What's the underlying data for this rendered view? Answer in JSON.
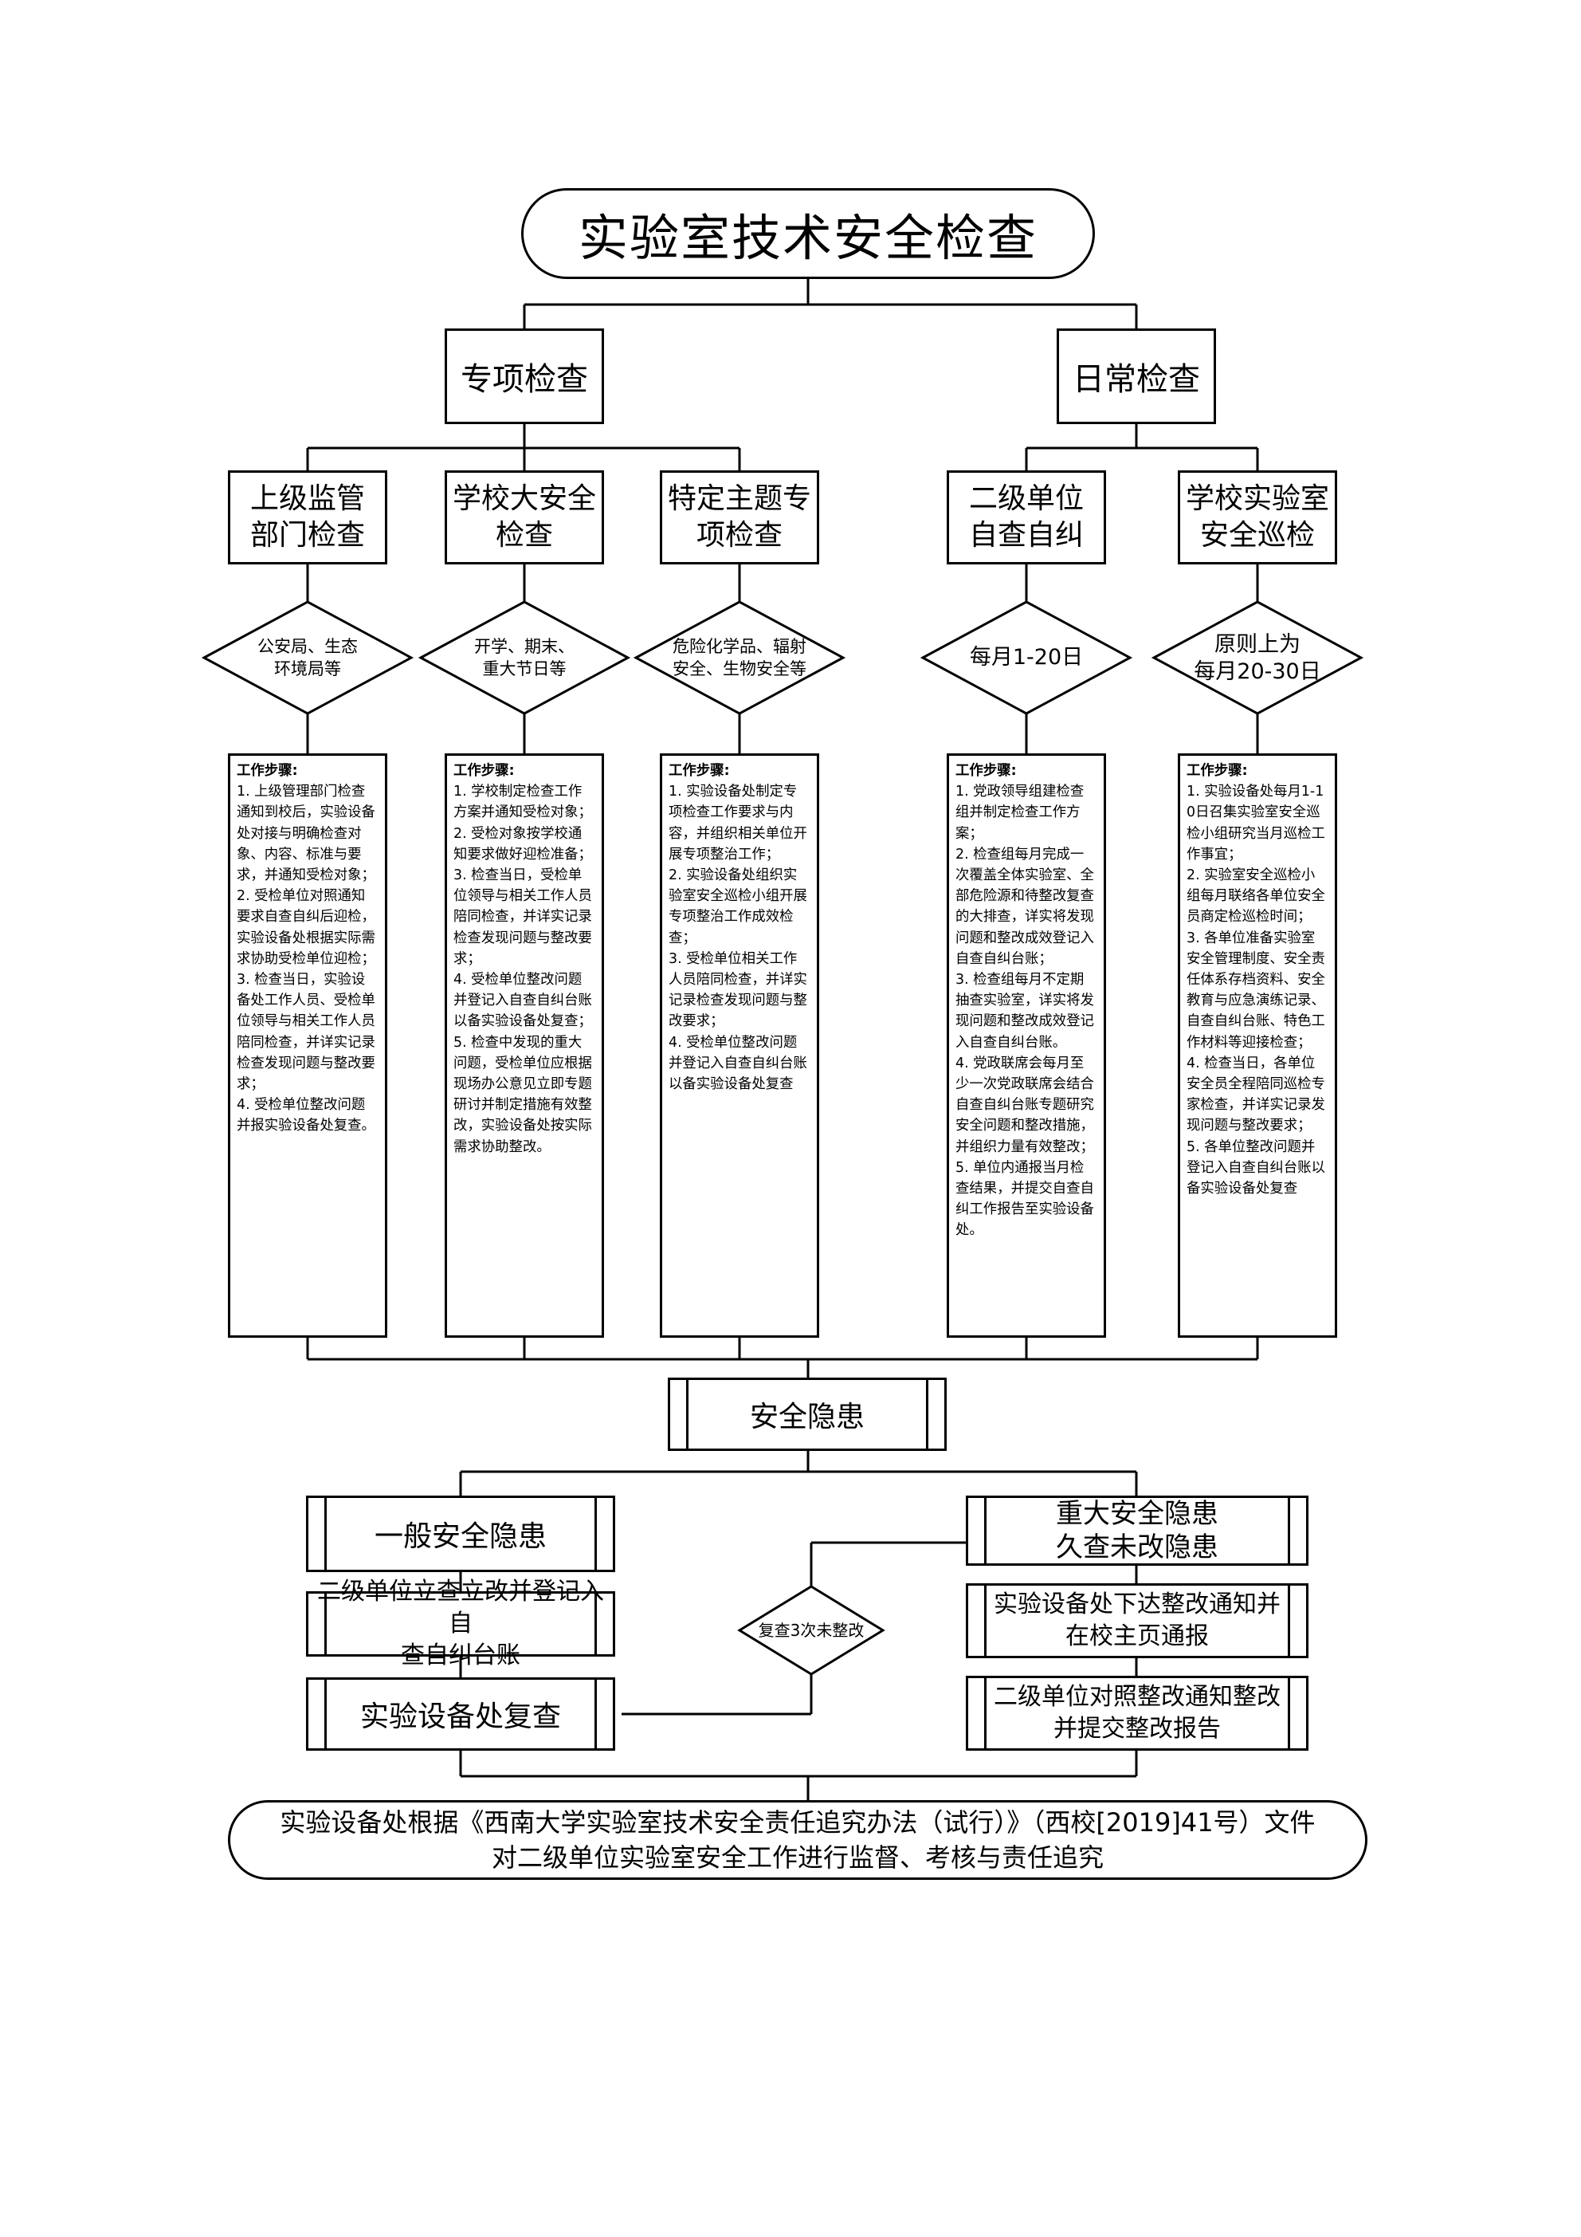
{
  "title": "实验室技术安全检查",
  "categories": {
    "special": "专项检查",
    "daily": "日常检查"
  },
  "columns": [
    {
      "name": "上级监管\n部门检查",
      "condition": "公安局、生态\n环境局等",
      "steps_heading": "工作步骤:",
      "steps": "1. 上级管理部门检查通知到校后，实验设备处对接与明确检查对象、内容、标准与要求，并通知受检对象；\n2. 受检单位对照通知要求自查自纠后迎检，实验设备处根据实际需求协助受检单位迎检；\n3. 检查当日，实验设备处工作人员、受检单位领导与相关工作人员陪同检查，并详实记录检查发现问题与整改要求；\n4. 受检单位整改问题并报实验设备处复查。"
    },
    {
      "name": "学校大安全\n检查",
      "condition": "开学、期末、\n重大节日等",
      "steps_heading": "工作步骤:",
      "steps": "1. 学校制定检查工作方案并通知受检对象；\n2. 受检对象按学校通知要求做好迎检准备；\n3. 检查当日，受检单位领导与相关工作人员陪同检查，并详实记录检查发现问题与整改要求；\n4. 受检单位整改问题并登记入自查自纠台账以备实验设备处复查；\n5. 检查中发现的重大问题，受检单位应根据现场办公意见立即专题研讨并制定措施有效整改，实验设备处按实际需求协助整改。"
    },
    {
      "name": "特定主题专\n项检查",
      "condition": "危险化学品、辐射\n安全、生物安全等",
      "steps_heading": "工作步骤:",
      "steps": "1. 实验设备处制定专项检查工作要求与内容，并组织相关单位开展专项整治工作；\n2. 实验设备处组织实验室安全巡检小组开展专项整治工作成效检查；\n3. 受检单位相关工作人员陪同检查，并详实记录检查发现问题与整改要求；\n4. 受检单位整改问题并登记入自查自纠台账以备实验设备处复查"
    },
    {
      "name": "二级单位\n自查自纠",
      "condition": "每月1-20日",
      "steps_heading": "工作步骤:",
      "steps": "1. 党政领导组建检查组并制定检查工作方案；\n2. 检查组每月完成一次覆盖全体实验室、全部危险源和待整改复查的大排查，详实将发现问题和整改成效登记入自查自纠台账；\n3. 检查组每月不定期抽查实验室，详实将发现问题和整改成效登记入自查自纠台账。\n4. 党政联席会每月至少一次党政联席会结合自查自纠台账专题研究安全问题和整改措施，并组织力量有效整改；\n5. 单位内通报当月检查结果，并提交自查自纠工作报告至实验设备处。"
    },
    {
      "name": "学校实验室\n安全巡检",
      "condition": "原则上为\n每月20-30日",
      "steps_heading": "工作步骤:",
      "steps": "1. 实验设备处每月1-10日召集实验室安全巡检小组研究当月巡检工作事宜；\n2. 实验室安全巡检小组每月联络各单位安全员商定检巡检时间；\n3. 各单位准备实验室安全管理制度、安全责任体系存档资料、安全教育与应急演练记录、自查自纠台账、特色工作材料等迎接检查；\n4. 检查当日，各单位安全员全程陪同巡检专家检查，并详实记录发现问题与整改要求；\n5. 各单位整改问题并登记入自查自纠台账以备实验设备处复查"
    }
  ],
  "hazard": "安全隐患",
  "general": {
    "title": "一般安全隐患",
    "step1": "二级单位立查立改并登记入自\n查自纠台账",
    "step2": "实验设备处复查"
  },
  "recheck_condition": "复查3次未整改",
  "major": {
    "title": "重大安全隐患\n久查未改隐患",
    "step1": "实验设备处下达整改通知并\n在校主页通报",
    "step2": "二级单位对照整改通知整改\n并提交整改报告"
  },
  "footer": "实验设备处根据《西南大学实验室技术安全责任追究办法（试行）》（西校[2019]41号）文件\n对二级单位实验室安全工作进行监督、考核与责任追究"
}
